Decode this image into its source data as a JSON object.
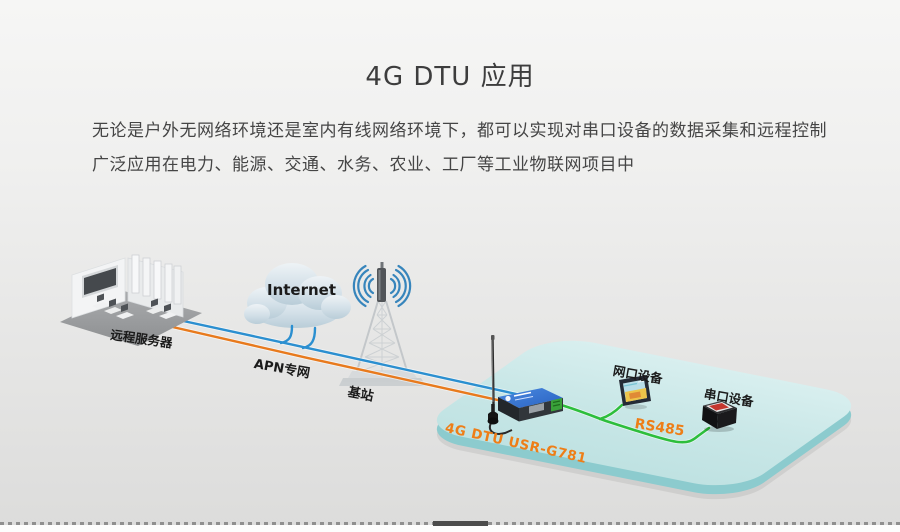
{
  "header": {
    "title": "4G DTU 应用",
    "description": [
      "无论是户外无网络环境还是室内有线网络环境下，都可以实现对串口设备的数据采集和远程控制",
      "广泛应用在电力、能源、交通、水务、农业、工厂等工业物联网项目中"
    ]
  },
  "diagram": {
    "labels": {
      "remote_server": "远程服务器",
      "internet": "Internet",
      "apn": "APN专网",
      "base_station": "基站",
      "dtu": "4G DTU USR-G781",
      "ethernet_device": "网口设备",
      "rs485": "RS485",
      "serial_device": "串口设备"
    },
    "colors": {
      "internet_line": "#2b8fd0",
      "apn_line": "#e87a1d",
      "rs485_line": "#2dbe3c",
      "accent_orange": "#ee7e17",
      "platform_top": "#c9e7e7",
      "platform_edge": "#8ccbce"
    }
  }
}
